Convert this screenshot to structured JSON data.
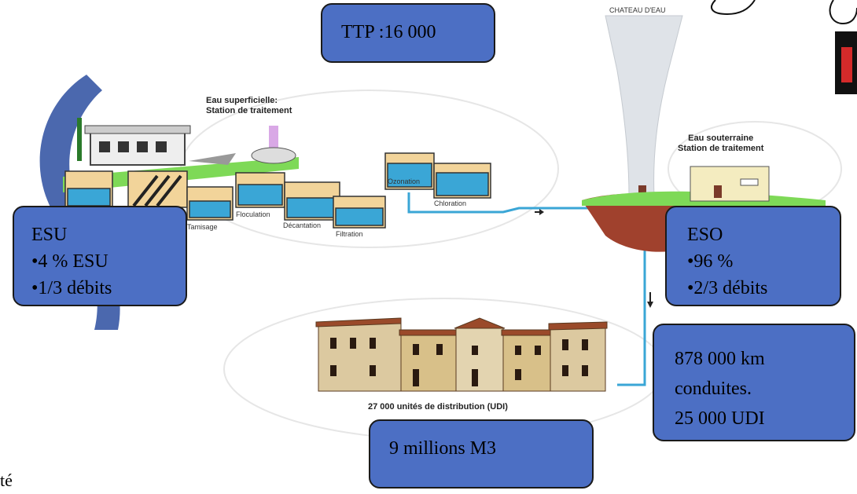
{
  "boxes": {
    "ttp": "TTP :16 000",
    "esu": {
      "title": "ESU",
      "line1": "•4 % ESU",
      "line2": "•1/3 débits"
    },
    "eso": {
      "title": "ESO",
      "line1": "•96 %",
      "line2": "•2/3 débits"
    },
    "network": {
      "line1": "878 000 km",
      "line2": "conduites.",
      "line3": "25 000 UDI"
    },
    "volume": "9 millions M3"
  },
  "diagram_labels": {
    "surface_title_1": "Eau superficielle:",
    "surface_title_2": "Station de traitement",
    "ground_title_1": "Eau souterraine",
    "ground_title_2": "Station de traitement",
    "water_tower": "CHATEAU D'EAU",
    "udi_caption": "27 000 unités de distribution (UDI)",
    "step_tamisage": "Tamisage",
    "step_floculation": "Floculation",
    "step_decantation": "Décantation",
    "step_filtration": "Filtration",
    "step_ozonation": "Ozonation",
    "step_chloration": "Chloration"
  },
  "corner_text": "té",
  "colors": {
    "box_fill": "#4c6fc4",
    "water": "#3aa6d6",
    "grass": "#7ed957",
    "brick": "#a0412d"
  }
}
